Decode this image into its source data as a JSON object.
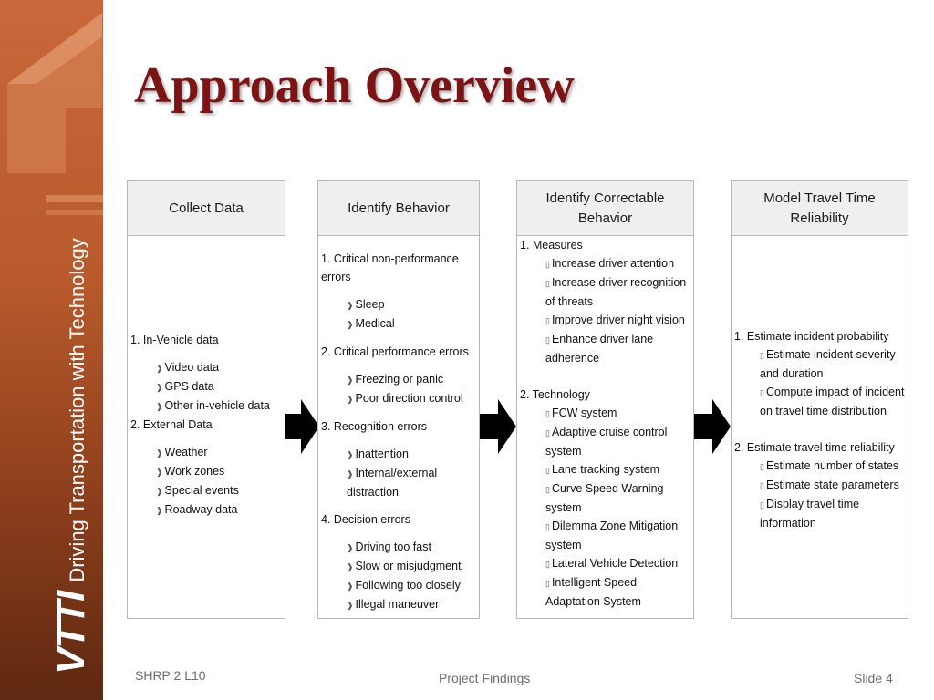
{
  "sidebar": {
    "logo": "VTTI",
    "tagline": "Driving Transportation with Technology"
  },
  "title": "Approach Overview",
  "columns": [
    {
      "header": "Collect Data",
      "items": [
        {
          "label": "1. In-Vehicle data",
          "subs": [
            "Video data",
            "GPS data",
            "Other in-vehicle data"
          ]
        },
        {
          "label": "2. External Data",
          "subs": [
            "Weather",
            "Work zones",
            "Special events",
            "Roadway data"
          ]
        }
      ]
    },
    {
      "header": "Identify Behavior",
      "items": [
        {
          "label": "1. Critical non-performance errors",
          "subs": [
            "Sleep",
            "Medical"
          ]
        },
        {
          "label": "2.  Critical performance errors",
          "subs": [
            "Freezing or panic",
            "Poor direction control"
          ]
        },
        {
          "label": "3. Recognition errors",
          "subs": [
            "Inattention",
            "Internal/external distraction"
          ]
        },
        {
          "label": "4. Decision errors",
          "subs": [
            "Driving too fast",
            "Slow or misjudgment",
            "Following too closely",
            "Illegal maneuver"
          ]
        }
      ]
    },
    {
      "header": "Identify Correctable Behavior",
      "items": [
        {
          "label": "1. Measures",
          "subs": [
            "Increase driver attention",
            "Increase driver recognition of threats",
            "Improve driver night vision",
            "Enhance driver lane adherence"
          ]
        },
        {
          "label": "2. Technology",
          "subs": [
            "FCW system",
            "Adaptive cruise control system",
            "Lane tracking system",
            "Curve Speed Warning system",
            "Dilemma Zone Mitigation system",
            "Lateral Vehicle Detection",
            "Intelligent Speed Adaptation System"
          ]
        }
      ]
    },
    {
      "header": "Model Travel Time Reliability",
      "items": [
        {
          "label": "1. Estimate incident probability",
          "subs": [
            "Estimate incident severity and duration",
            "Compute impact of incident on travel time distribution"
          ]
        },
        {
          "label": "2. Estimate travel time reliability",
          "subs": [
            "Estimate number of states",
            "Estimate state parameters",
            "Display travel time information"
          ]
        }
      ]
    }
  ],
  "footer": {
    "left": "SHRP 2 L10",
    "center": "Project Findings",
    "right": "Slide 4"
  },
  "colors": {
    "title": "#7c1416",
    "banner": "#b85a2c",
    "arrow": "#000000"
  }
}
